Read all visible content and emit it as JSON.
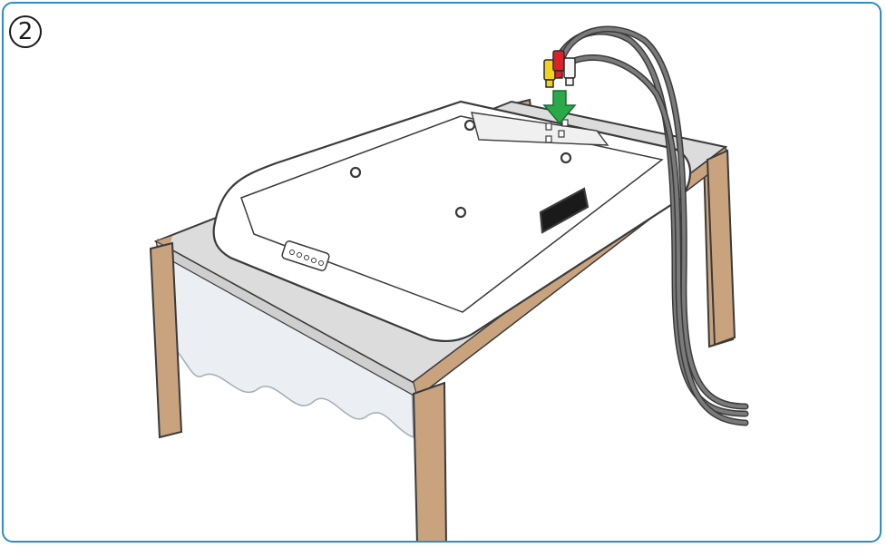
{
  "step": {
    "number": "2"
  },
  "colors": {
    "frame_border": "#2b8fc3",
    "table_wood": "#c9a27e",
    "cloth": "#e6e6e6",
    "tv_back": "#ffffff",
    "outline": "#3a3a3a",
    "arrow": "#2aa84a",
    "cable": "#6b6b6b",
    "plug_yellow": "#f2d21b",
    "plug_red": "#d8232a",
    "plug_white": "#f4f4f4"
  },
  "icons": [
    "step-number-badge",
    "down-arrow-icon",
    "av-cable-plugs"
  ]
}
